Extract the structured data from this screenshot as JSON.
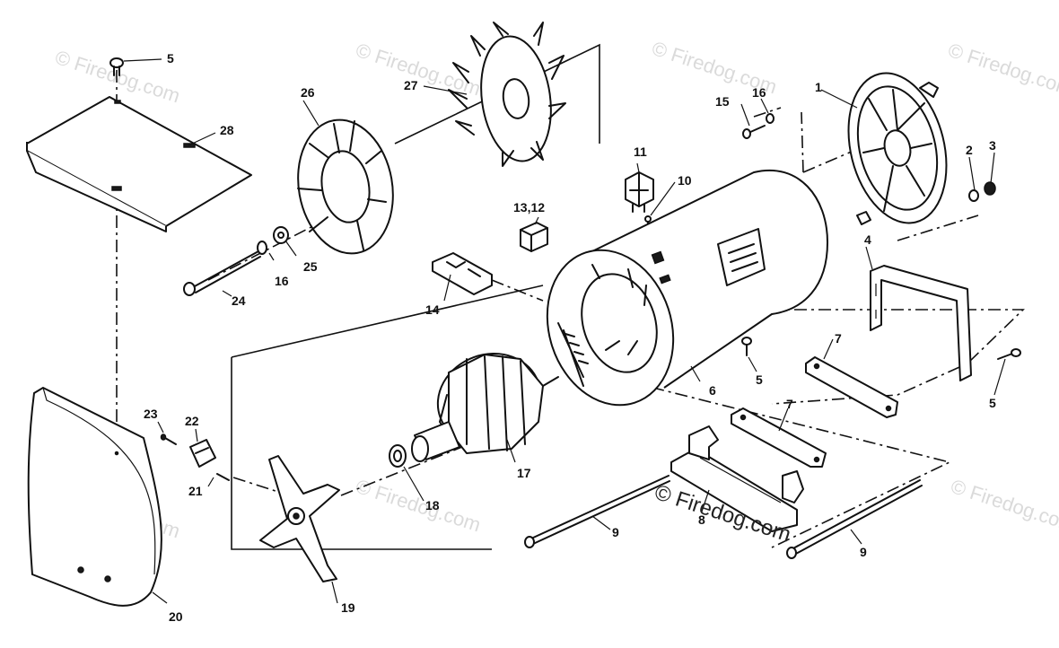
{
  "watermark": {
    "text": "© Firedog.com",
    "prominent_text": "© Firedog.com"
  },
  "callouts": [
    {
      "id": "c1",
      "text": "1"
    },
    {
      "id": "c2",
      "text": "2"
    },
    {
      "id": "c3",
      "text": "3"
    },
    {
      "id": "c4",
      "text": "4"
    },
    {
      "id": "c5a",
      "text": "5"
    },
    {
      "id": "c5b",
      "text": "5"
    },
    {
      "id": "c5c",
      "text": "5"
    },
    {
      "id": "c6",
      "text": "6"
    },
    {
      "id": "c7a",
      "text": "7"
    },
    {
      "id": "c7b",
      "text": "7"
    },
    {
      "id": "c8",
      "text": "8"
    },
    {
      "id": "c9a",
      "text": "9"
    },
    {
      "id": "c9b",
      "text": "9"
    },
    {
      "id": "c10",
      "text": "10"
    },
    {
      "id": "c11",
      "text": "11"
    },
    {
      "id": "c1312",
      "text": "13,12"
    },
    {
      "id": "c14",
      "text": "14"
    },
    {
      "id": "c15",
      "text": "15"
    },
    {
      "id": "c16a",
      "text": "16"
    },
    {
      "id": "c16b",
      "text": "16"
    },
    {
      "id": "c17",
      "text": "17"
    },
    {
      "id": "c18",
      "text": "18"
    },
    {
      "id": "c19",
      "text": "19"
    },
    {
      "id": "c20",
      "text": "20"
    },
    {
      "id": "c21",
      "text": "21"
    },
    {
      "id": "c22",
      "text": "22"
    },
    {
      "id": "c23",
      "text": "23"
    },
    {
      "id": "c24",
      "text": "24"
    },
    {
      "id": "c25",
      "text": "25"
    },
    {
      "id": "c26",
      "text": "26"
    },
    {
      "id": "c27",
      "text": "27"
    },
    {
      "id": "c28",
      "text": "28"
    }
  ]
}
